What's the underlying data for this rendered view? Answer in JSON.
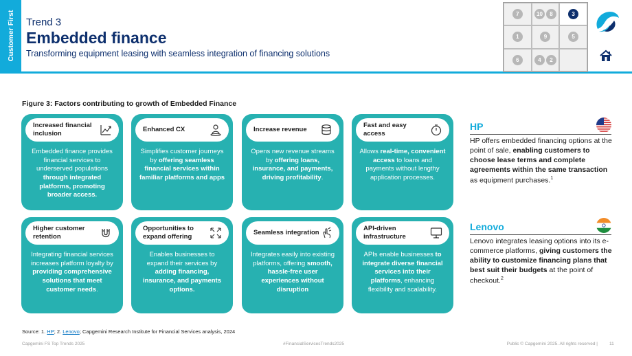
{
  "header": {
    "side_tab": "Customer First",
    "trend_label": "Trend 3",
    "title": "Embedded finance",
    "subtitle": "Transforming equipment leasing with seamless integration of financing solutions"
  },
  "nav": {
    "cells": [
      [
        "7"
      ],
      [
        "10",
        "8"
      ],
      [
        "3"
      ],
      [
        "1"
      ],
      [
        "9"
      ],
      [
        "5"
      ],
      [
        "6"
      ],
      [
        "4",
        "2"
      ],
      []
    ],
    "active": "3"
  },
  "figure": {
    "title": "Figure 3: Factors contributing to growth of Embedded Finance",
    "cards": [
      {
        "title": "Increased financial inclusion",
        "icon": "chart-growth-icon",
        "body": [
          {
            "t": "Embedded finance provides financial services to underserved populations ",
            "b": false
          },
          {
            "t": "through integrated platforms, promoting broader access.",
            "b": true
          }
        ]
      },
      {
        "title": "Enhanced CX",
        "icon": "user-location-icon",
        "body": [
          {
            "t": "Simplifies customer journeys by ",
            "b": false
          },
          {
            "t": "offering seamless financial services within familiar platforms and apps",
            "b": true
          }
        ]
      },
      {
        "title": "Increase revenue",
        "icon": "database-coins-icon",
        "body": [
          {
            "t": "Opens new revenue streams by ",
            "b": false
          },
          {
            "t": "offering loans, insurance, and payments, driving profitability",
            "b": true
          },
          {
            "t": ".",
            "b": false
          }
        ]
      },
      {
        "title": "Fast and easy access",
        "icon": "stopwatch-icon",
        "body": [
          {
            "t": "Allows ",
            "b": false
          },
          {
            "t": "real-time, convenient access",
            "b": true
          },
          {
            "t": " to loans and payments without lengthy application processes.",
            "b": false
          }
        ]
      },
      {
        "title": "Higher customer retention",
        "icon": "magnet-icon",
        "body": [
          {
            "t": "Integrating financial services increases platform loyalty by ",
            "b": false
          },
          {
            "t": "providing comprehensive solutions that meet customer needs",
            "b": true
          },
          {
            "t": ".",
            "b": false
          }
        ]
      },
      {
        "title": "Opportunities to expand offering",
        "icon": "expand-arrows-icon",
        "body": [
          {
            "t": "Enables businesses to expand their services by ",
            "b": false
          },
          {
            "t": "adding financing, insurance, and payments options.",
            "b": true
          }
        ]
      },
      {
        "title": "Seamless integration",
        "icon": "gesture-swipe-icon",
        "body": [
          {
            "t": "Integrates easily into existing platforms, offering ",
            "b": false
          },
          {
            "t": "smooth, hassle-free user experiences without disruption",
            "b": true
          }
        ]
      },
      {
        "title": "API-driven infrastructure",
        "icon": "monitor-api-icon",
        "body": [
          {
            "t": "APIs enable businesses ",
            "b": false
          },
          {
            "t": "to integrate diverse financial services into their platforms",
            "b": true
          },
          {
            "t": ", enhancing flexibility and scalability.",
            "b": false
          }
        ]
      }
    ]
  },
  "cases": [
    {
      "name": "HP",
      "flag": "us-flag-icon",
      "text": [
        {
          "t": "HP offers embedded financing options at the point of sale, ",
          "b": false
        },
        {
          "t": "enabling customers to choose lease terms and complete agreements within the same transaction",
          "b": true
        },
        {
          "t": " as equipment purchases.",
          "b": false
        }
      ],
      "note": "1"
    },
    {
      "name": "Lenovo",
      "flag": "india-flag-icon",
      "text": [
        {
          "t": "Lenovo integrates leasing options into its e-commerce platforms, ",
          "b": false
        },
        {
          "t": "giving customers the ability to customize financing plans that best suit their budgets",
          "b": true
        },
        {
          "t": " at the point of checkout.",
          "b": false
        }
      ],
      "note": "2"
    }
  ],
  "source": {
    "prefix": "Source: 1. ",
    "link1": "HP",
    "mid": "; 2. ",
    "link2": "Lenovo",
    "suffix": "; Capgemini Research Institute for Financial Services analysis, 2024"
  },
  "footer": {
    "left": "Capgemini FS Top Trends 2025",
    "mid": "#FinancialServicesTrends2025",
    "right": "Public © Capgemini 2025. All rights reserved  |",
    "page": "11"
  },
  "colors": {
    "brand_blue": "#12abdb",
    "navy": "#0d2f6d",
    "card_teal": "#27b1b1"
  }
}
